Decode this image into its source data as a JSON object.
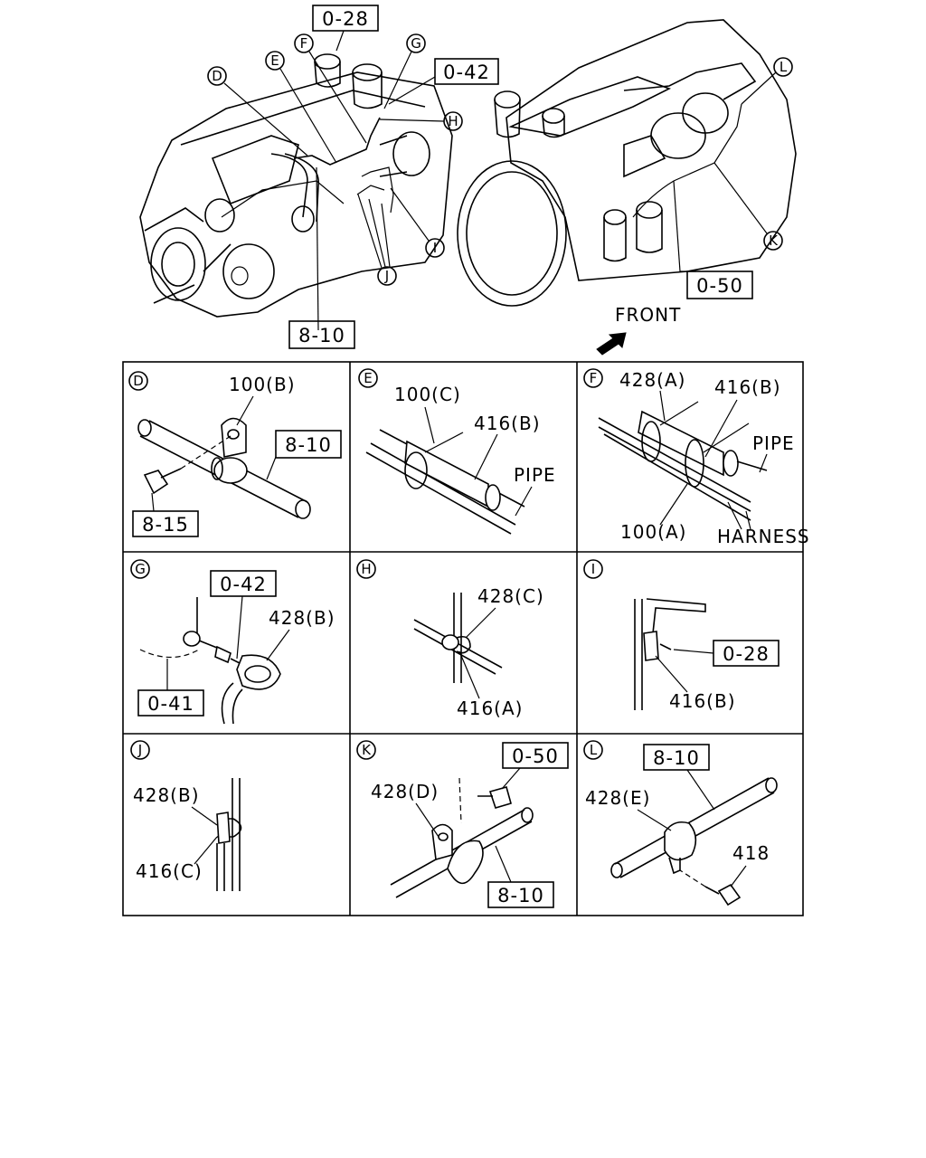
{
  "overview": {
    "refs": {
      "top_028": "0-28",
      "top_042": "0-42",
      "bottom_810": "8-10",
      "right_050": "0-50"
    },
    "callouts": [
      "D",
      "E",
      "F",
      "G",
      "H",
      "I",
      "J",
      "K",
      "L"
    ],
    "front_label": "FRONT"
  },
  "details": {
    "D": {
      "letter": "D",
      "part_100b": "100(B)",
      "ref_810": "8-10",
      "ref_815": "8-15"
    },
    "E": {
      "letter": "E",
      "part_100c": "100(C)",
      "part_416b": "416(B)",
      "pipe": "PIPE"
    },
    "F": {
      "letter": "F",
      "part_428a": "428(A)",
      "part_416b": "416(B)",
      "pipe": "PIPE",
      "part_100a": "100(A)",
      "harness": "HARNESS"
    },
    "G": {
      "letter": "G",
      "ref_042": "0-42",
      "part_428b": "428(B)",
      "ref_041": "0-41"
    },
    "H": {
      "letter": "H",
      "part_428c": "428(C)",
      "part_416a": "416(A)"
    },
    "I": {
      "letter": "I",
      "ref_028": "0-28",
      "part_416b": "416(B)"
    },
    "J": {
      "letter": "J",
      "part_428b": "428(B)",
      "part_416c": "416(C)"
    },
    "K": {
      "letter": "K",
      "ref_050": "0-50",
      "part_428d": "428(D)",
      "ref_810": "8-10"
    },
    "L": {
      "letter": "L",
      "ref_810": "8-10",
      "part_428e": "428(E)",
      "part_418": "418"
    }
  }
}
